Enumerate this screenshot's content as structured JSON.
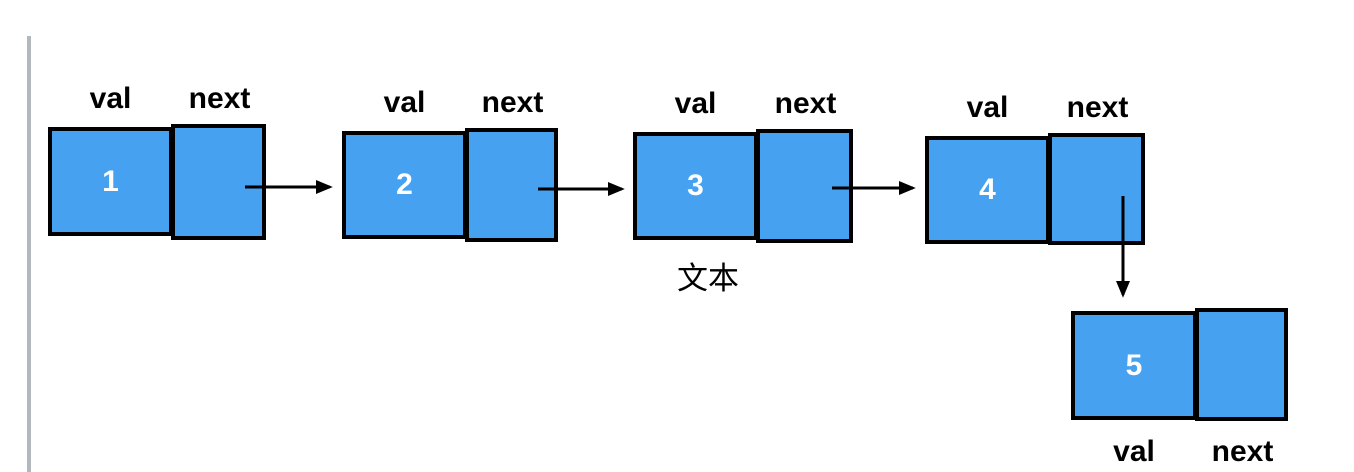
{
  "diagram": {
    "title": "singly-linked-list",
    "nodes": [
      {
        "val": "1",
        "val_label": "val",
        "next_label": "next"
      },
      {
        "val": "2",
        "val_label": "val",
        "next_label": "next"
      },
      {
        "val": "3",
        "val_label": "val",
        "next_label": "next"
      },
      {
        "val": "4",
        "val_label": "val",
        "next_label": "next"
      },
      {
        "val": "5",
        "val_label": "val",
        "next_label": "next"
      }
    ],
    "edges": [
      {
        "from": "1",
        "to": "2"
      },
      {
        "from": "2",
        "to": "3"
      },
      {
        "from": "3",
        "to": "4"
      },
      {
        "from": "4",
        "to": "5"
      }
    ],
    "annotation": "文本",
    "colors": {
      "node_fill": "#46a1f0",
      "node_border": "#000000",
      "node_value_text": "#ffffff",
      "label_text": "#000000",
      "arrow": "#000000",
      "side_line": "#b3b8bd",
      "background": "#ffffff"
    }
  }
}
